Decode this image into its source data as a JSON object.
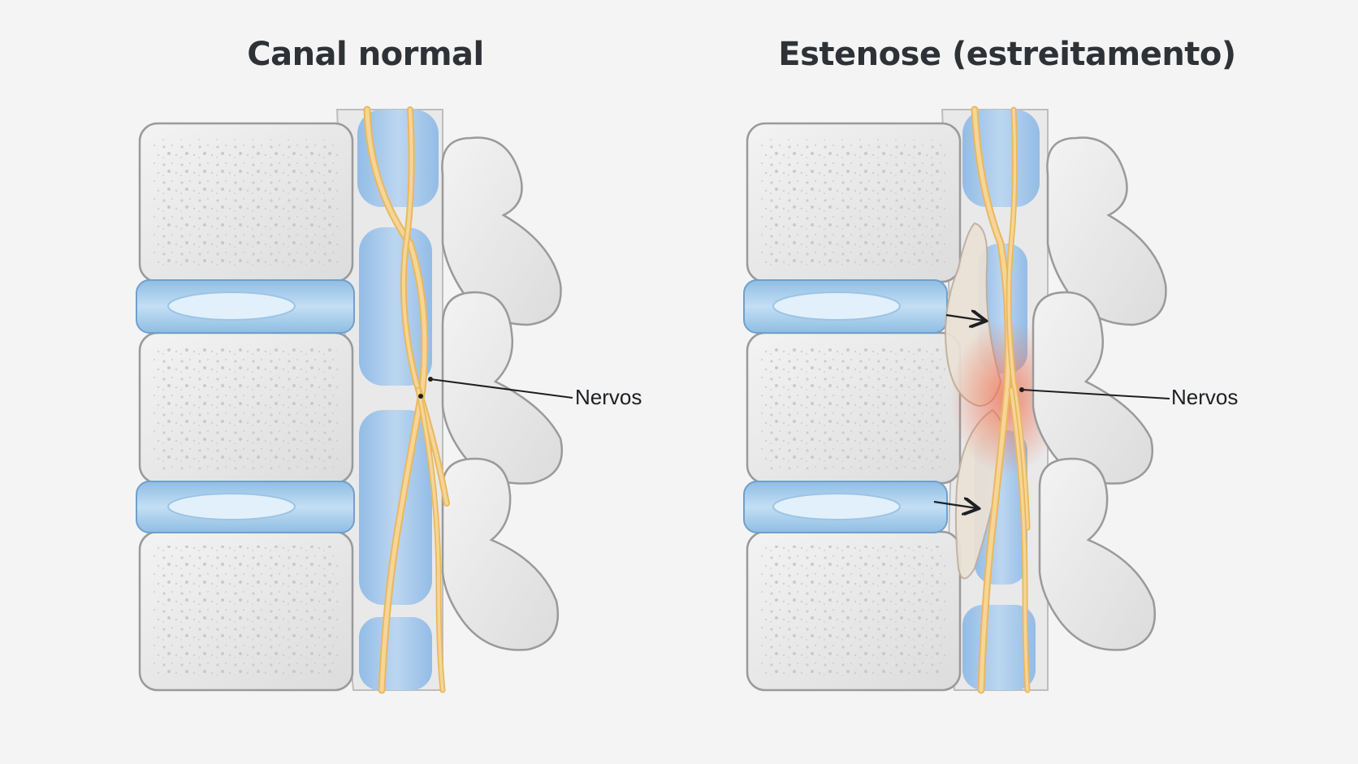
{
  "panels": {
    "normal": {
      "title": "Canal normal",
      "nerve_label": "Nervos"
    },
    "stenosis": {
      "title": "Estenose (estreitamento)",
      "nerve_label": "Nervos"
    }
  },
  "colors": {
    "background": "#f4f4f4",
    "bone": "#e4e4e4",
    "bone_outline": "#9a9a9a",
    "disc": "#a9cde9",
    "canal_fluid": "#a7c9ea",
    "nerve": "#f2c77a",
    "inflammation": "#f08a6a",
    "text": "#2e3237"
  },
  "icons": [
    "vertebra-icon",
    "disc-icon",
    "nerve-icon",
    "arrow-icon"
  ]
}
